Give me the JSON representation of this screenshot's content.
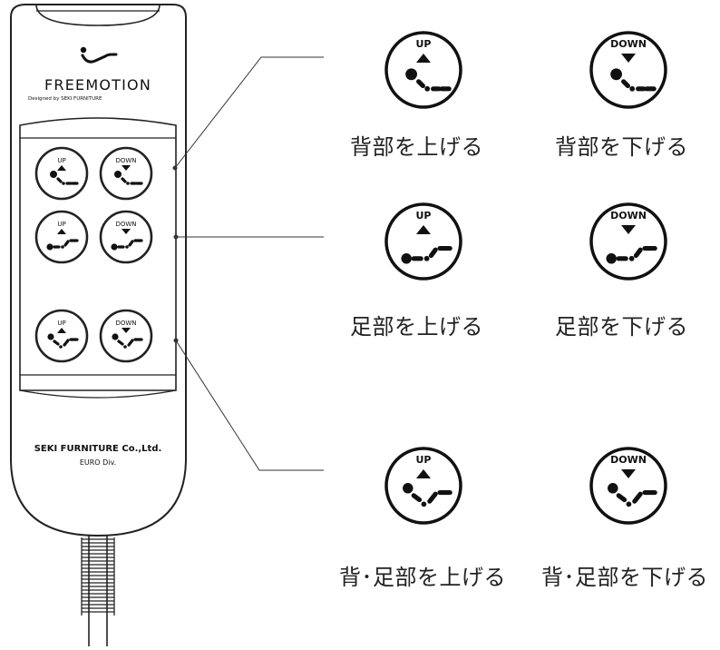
{
  "remote": {
    "brand": "FREEMOTION",
    "tagline": "Designed by SEKI FURNITURE",
    "maker": "SEKI FURNITURE Co.,Ltd.",
    "division": "EURO Div."
  },
  "buttons": {
    "up_label": "UP",
    "down_label": "DOWN"
  },
  "captions": {
    "back_up": "背部を上げる",
    "back_down": "背部を下げる",
    "foot_up": "足部を上げる",
    "foot_down": "足部を下げる",
    "both_up": "背･足部を上げる",
    "both_down": "背･足部を下げる"
  },
  "icons": {
    "back": "back-recline-icon",
    "foot": "foot-raise-icon",
    "both": "back-foot-raise-icon"
  }
}
